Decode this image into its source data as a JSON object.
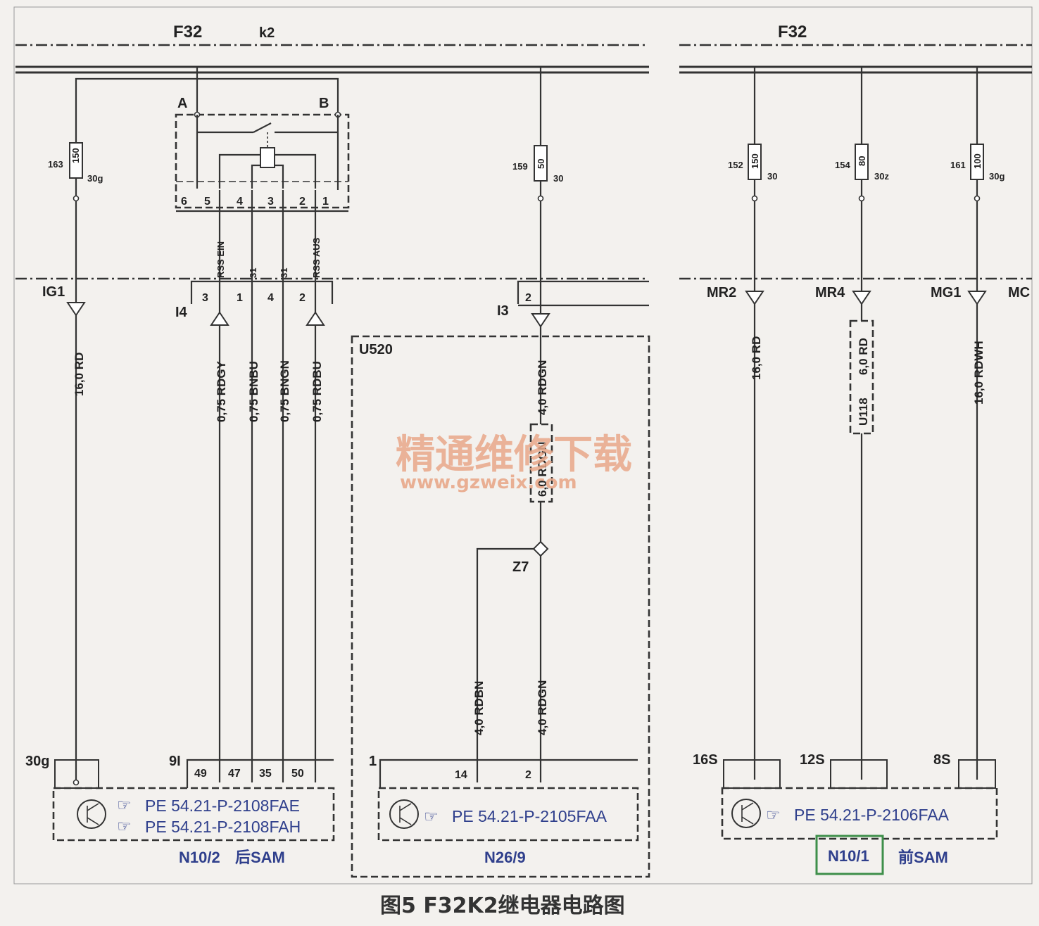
{
  "bus": {
    "left_fuse_block": "F32",
    "relay": "k2",
    "right_fuse_block": "F32"
  },
  "relay_box": {
    "terminal_a": "A",
    "terminal_b": "B",
    "pins": [
      "6",
      "5",
      "4",
      "3",
      "2",
      "1"
    ]
  },
  "fuses": [
    {
      "number": "163",
      "rating": "150",
      "terminal": "30g"
    },
    {
      "number": "159",
      "rating": "50",
      "terminal": "30"
    },
    {
      "number": "152",
      "rating": "150",
      "terminal": "30"
    },
    {
      "number": "154",
      "rating": "80",
      "terminal": "30z"
    },
    {
      "number": "161",
      "rating": "100",
      "terminal": "30g"
    }
  ],
  "relay_signals": [
    "RSS EIN",
    "31",
    "31",
    "RSS AUS"
  ],
  "connectors": {
    "ig1": "IG1",
    "i4": "I4",
    "i4_pins": [
      "3",
      "1",
      "4",
      "2"
    ],
    "i3": "I3",
    "i3_pin": "2",
    "mr2": "MR2",
    "mr4": "MR4",
    "mg1": "MG1",
    "mc_partial": "MC"
  },
  "wires": {
    "ig1_wire": "16,0 RD",
    "rdgy": "0,75 RDGY",
    "bnbu": "0,75 BNBU",
    "bngn": "0,75 BNGN",
    "rdbu": "0,75 RDBU",
    "i3_wire": "4,0 RDGN",
    "u520_inner": "6,0 RDGN",
    "z7_left": "4,0 RDBN",
    "z7_right": "4,0 RDGN",
    "mr2_wire": "16,0 RD",
    "mr4_wire": "6,0 RD",
    "mr4_sub": "U118",
    "mg1_wire": "16,0 RDWH"
  },
  "u520": {
    "label": "U520",
    "splice": "Z7"
  },
  "modules": [
    {
      "connector": "30g",
      "connector2": "9I",
      "pins": [
        "49",
        "47",
        "35",
        "50"
      ],
      "refs": [
        "PE 54.21-P-2108FAE",
        "PE 54.21-P-2108FAH"
      ],
      "name": "N10/2",
      "name_cn": "后SAM"
    },
    {
      "connector": "1",
      "pins": [
        "14",
        "2"
      ],
      "refs": [
        "PE 54.21-P-2105FAA"
      ],
      "name": "N26/9"
    },
    {
      "connectors": [
        "16S",
        "12S",
        "8S"
      ],
      "refs": [
        "PE 54.21-P-2106FAA"
      ],
      "name": "N10/1",
      "name_cn": "前SAM"
    }
  ],
  "watermark": {
    "text": "精通维修下载",
    "url": "www.gzweix.com"
  },
  "caption": "图5 F32K2继电器电路图",
  "colors": {
    "line": "#333333",
    "module_text": "#2f3f8c",
    "highlight_box": "#3e8f4a",
    "watermark": "#e9a88a"
  }
}
